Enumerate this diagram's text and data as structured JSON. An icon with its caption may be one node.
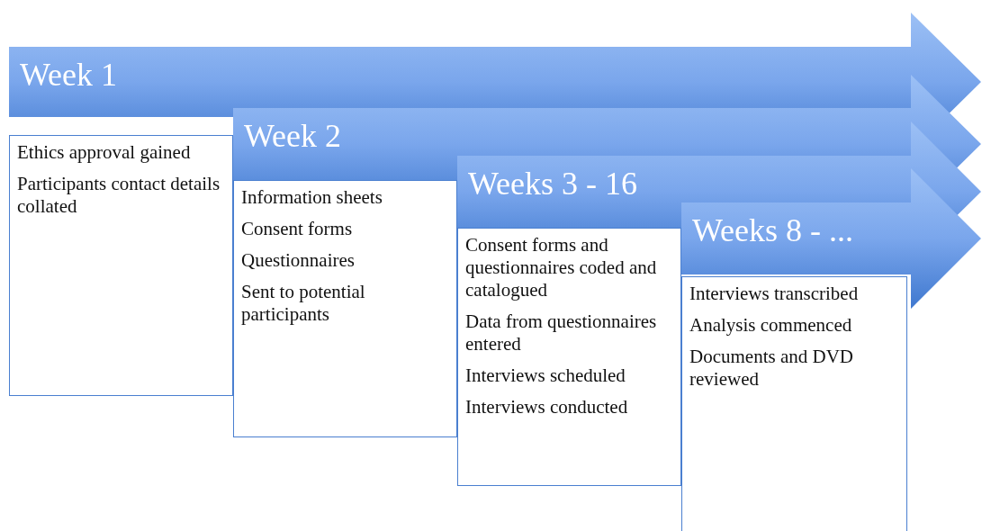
{
  "diagram": {
    "nodes": [
      {
        "text": [
          "Week 1"
        ]
      },
      {
        "text": [
          "Ethics approval gained",
          "Participants contact details collated"
        ]
      },
      {
        "text": [
          "Week 2"
        ]
      },
      {
        "text": [
          "Information sheets",
          "Consent forms",
          "Questionnaires",
          "Sent to potential participants"
        ]
      },
      {
        "text": [
          "Weeks 3 - 16"
        ]
      },
      {
        "text": [
          "Consent forms and questionnaires coded and catalogued",
          "Data from questionnaires entered",
          "Interviews scheduled",
          "Interviews conducted"
        ]
      },
      {
        "text": [
          "Weeks 8 - ..."
        ]
      },
      {
        "text": [
          "Interviews transcribed",
          "Analysis commenced",
          "Documents and DVD reviewed"
        ]
      }
    ]
  }
}
